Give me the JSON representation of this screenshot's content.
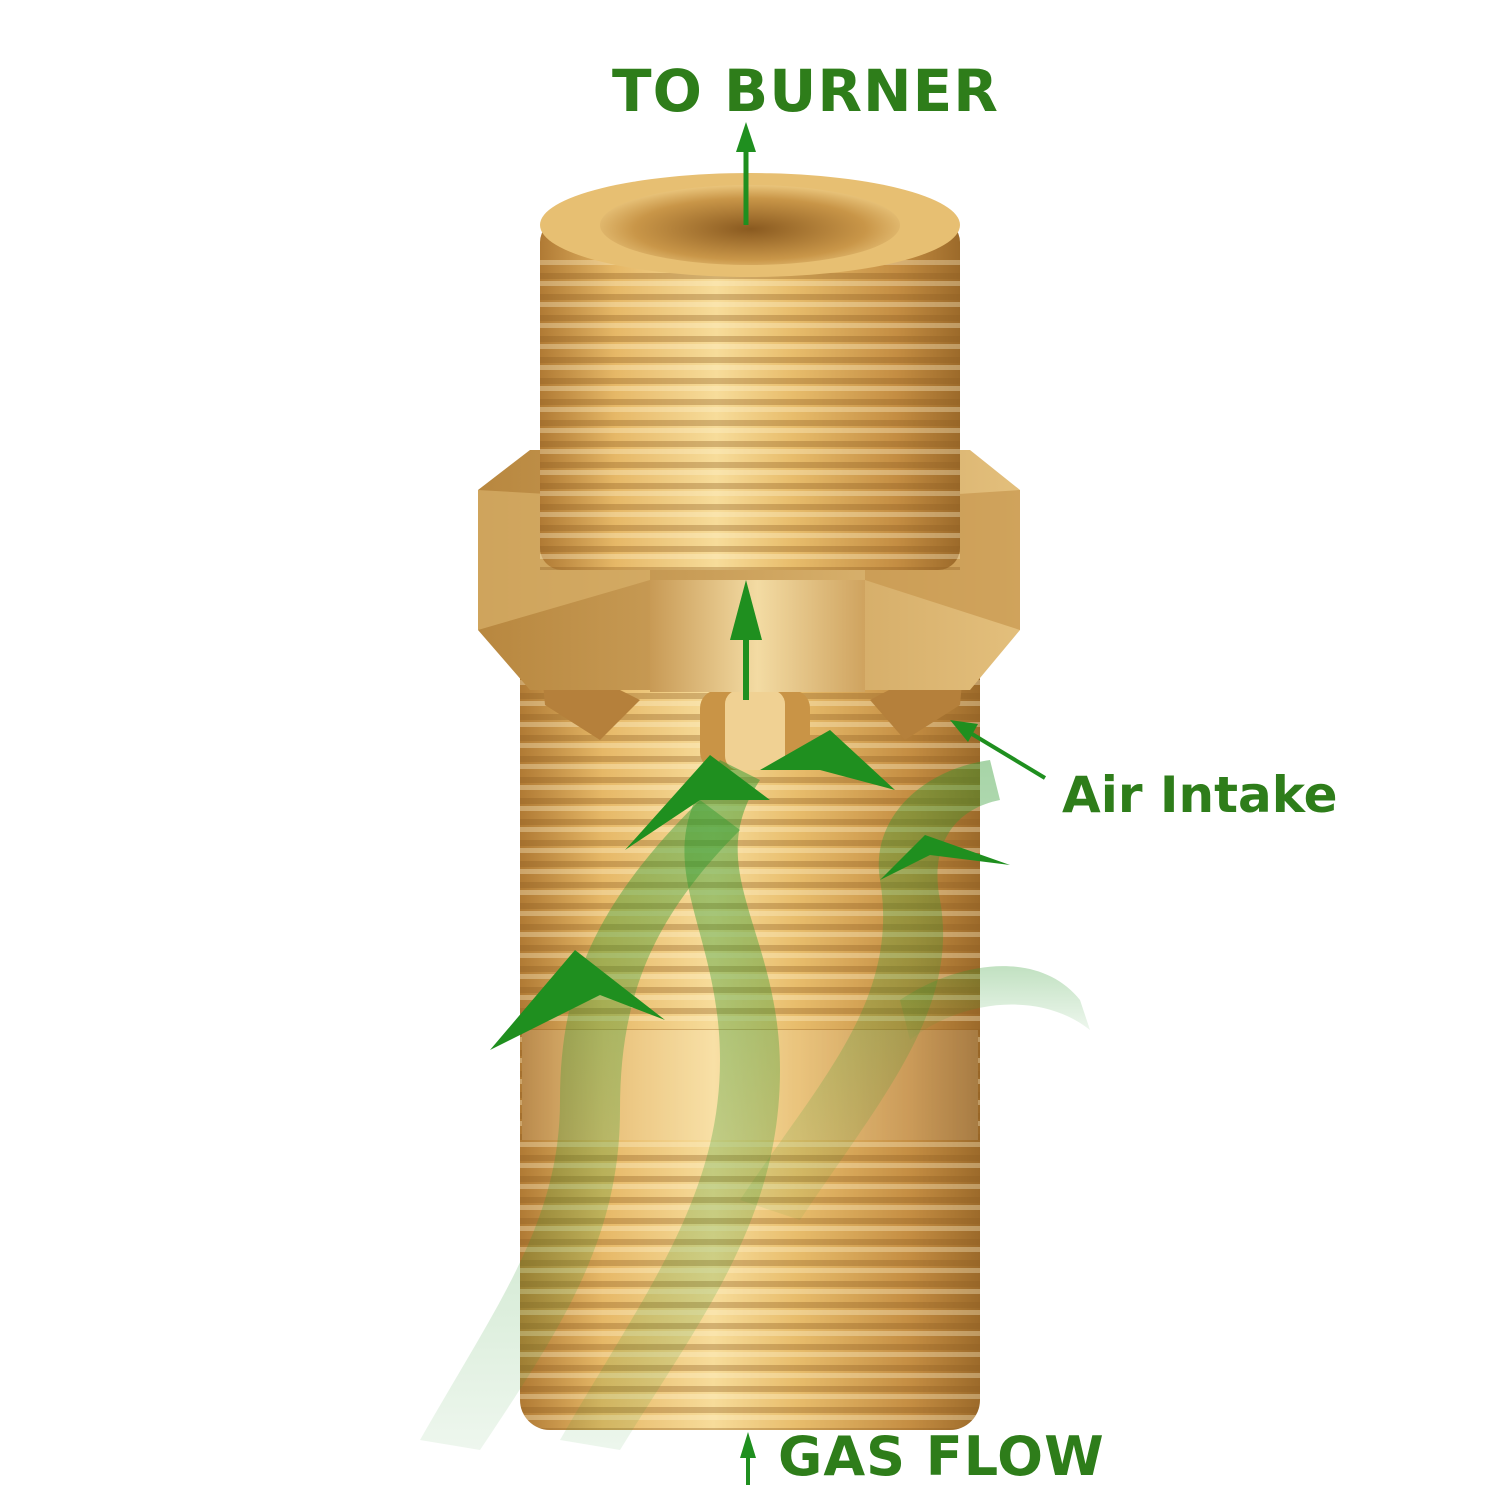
{
  "labels": {
    "to_burner": "TO BURNER",
    "air_intake": "Air Intake",
    "gas_flow": "GAS FLOW"
  },
  "colors": {
    "label_green": "#2e7d1a",
    "arrow_green": "#1f8f1f",
    "flow_green": "#3aa63a",
    "brass_light": "#f2cf86",
    "brass_mid": "#d9a956",
    "brass_dark": "#a87530",
    "background": "#ffffff"
  },
  "icons": [
    "up-arrow-icon",
    "flow-arrow-icon"
  ]
}
